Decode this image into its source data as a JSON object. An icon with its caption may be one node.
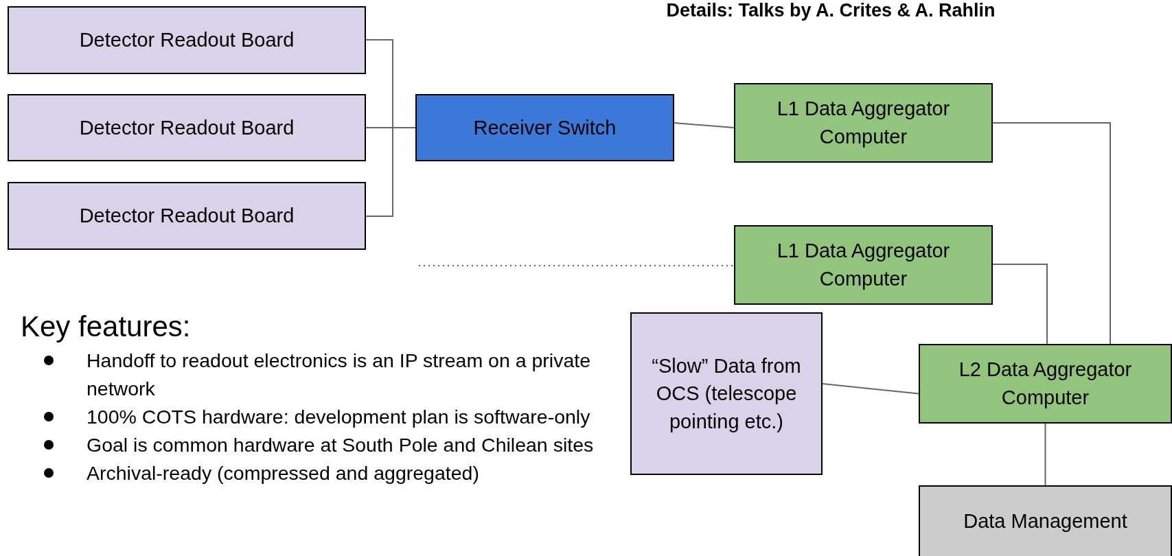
{
  "diagram": {
    "title": "Details: Talks by A. Crites & A. Rahlin",
    "nodes": [
      {
        "text": [
          "Detector Readout Board"
        ]
      },
      {
        "text": [
          "Detector Readout Board"
        ]
      },
      {
        "text": [
          "Detector Readout Board"
        ]
      },
      {
        "text": [
          "Receiver Switch"
        ]
      },
      {
        "text": [
          "L1 Data Aggregator Computer"
        ]
      },
      {
        "text": [
          "L1 Data Aggregator Computer"
        ]
      },
      {
        "text": [
          "“Slow” Data from OCS (telescope pointing etc.)"
        ]
      },
      {
        "text": [
          "L2 Data Aggregator Computer"
        ]
      },
      {
        "text": [
          "Data Management"
        ]
      }
    ],
    "edges": [
      {
        "from": 0,
        "to": 3,
        "arrow": "none"
      },
      {
        "from": 1,
        "to": 3,
        "arrow": "none"
      },
      {
        "from": 2,
        "to": 3,
        "arrow": "none"
      },
      {
        "from": 3,
        "to": 4,
        "arrow": "none"
      },
      {
        "from": null,
        "to": 5,
        "arrow": "none",
        "style": "dashed"
      },
      {
        "from": 4,
        "to": 7,
        "arrow": "none"
      },
      {
        "from": 5,
        "to": 7,
        "arrow": "none"
      },
      {
        "from": 6,
        "to": 7,
        "arrow": "none"
      },
      {
        "from": 7,
        "to": 8,
        "arrow": "none"
      }
    ],
    "labels": [
      "Key features:",
      "Handoff to readout electronics is an IP stream on a private network",
      "100% COTS hardware: development plan is software-only",
      "Goal is common hardware at South Pole and Chilean sites",
      "Archival-ready (compressed and aggregated)"
    ]
  }
}
